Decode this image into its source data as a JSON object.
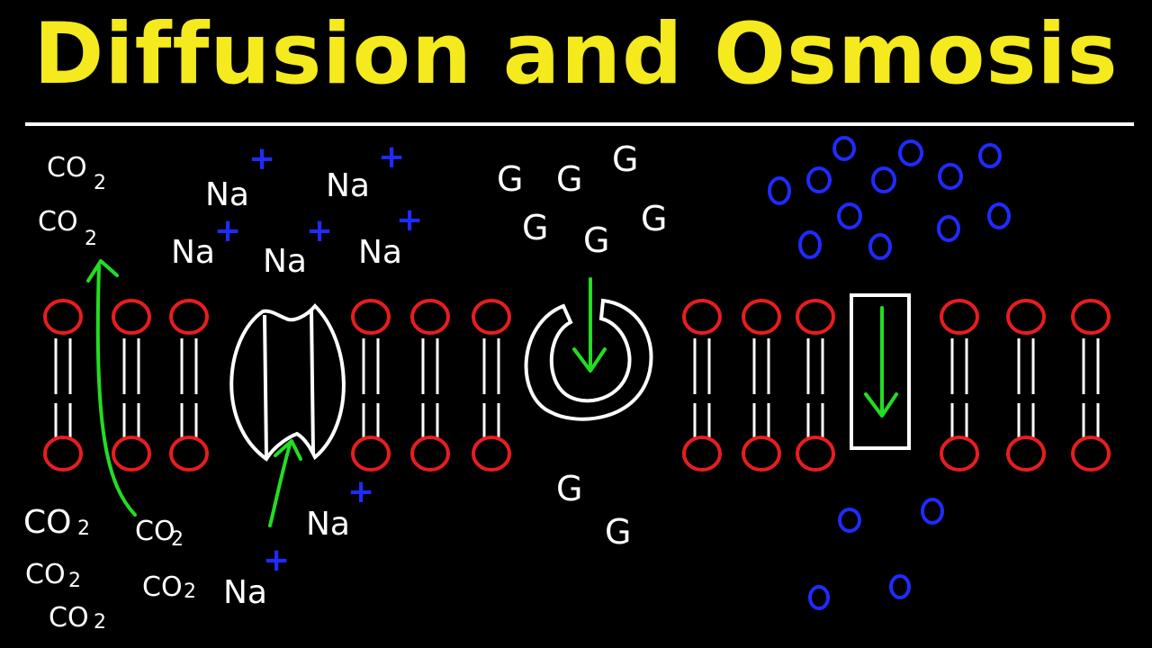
{
  "title": "Diffusion and Osmosis",
  "colors": {
    "background": "#000000",
    "title": "#f4ea1e",
    "rule": "#ffffff",
    "phospholipid_head": "#e81d1d",
    "arrow": "#22dd22",
    "charge": "#1f2bff",
    "water": "#1f2bff",
    "ink": "#ffffff"
  },
  "labels": {
    "co2_base": "CO",
    "co2_sub": "2",
    "sodium": "Na",
    "plus": "+",
    "glucose": "G"
  },
  "icons": {
    "channel_protein": "ion-channel-icon",
    "carrier_protein": "carrier-protein-icon",
    "aquaporin": "aquaporin-icon",
    "water_molecule": "water-molecule-icon"
  }
}
